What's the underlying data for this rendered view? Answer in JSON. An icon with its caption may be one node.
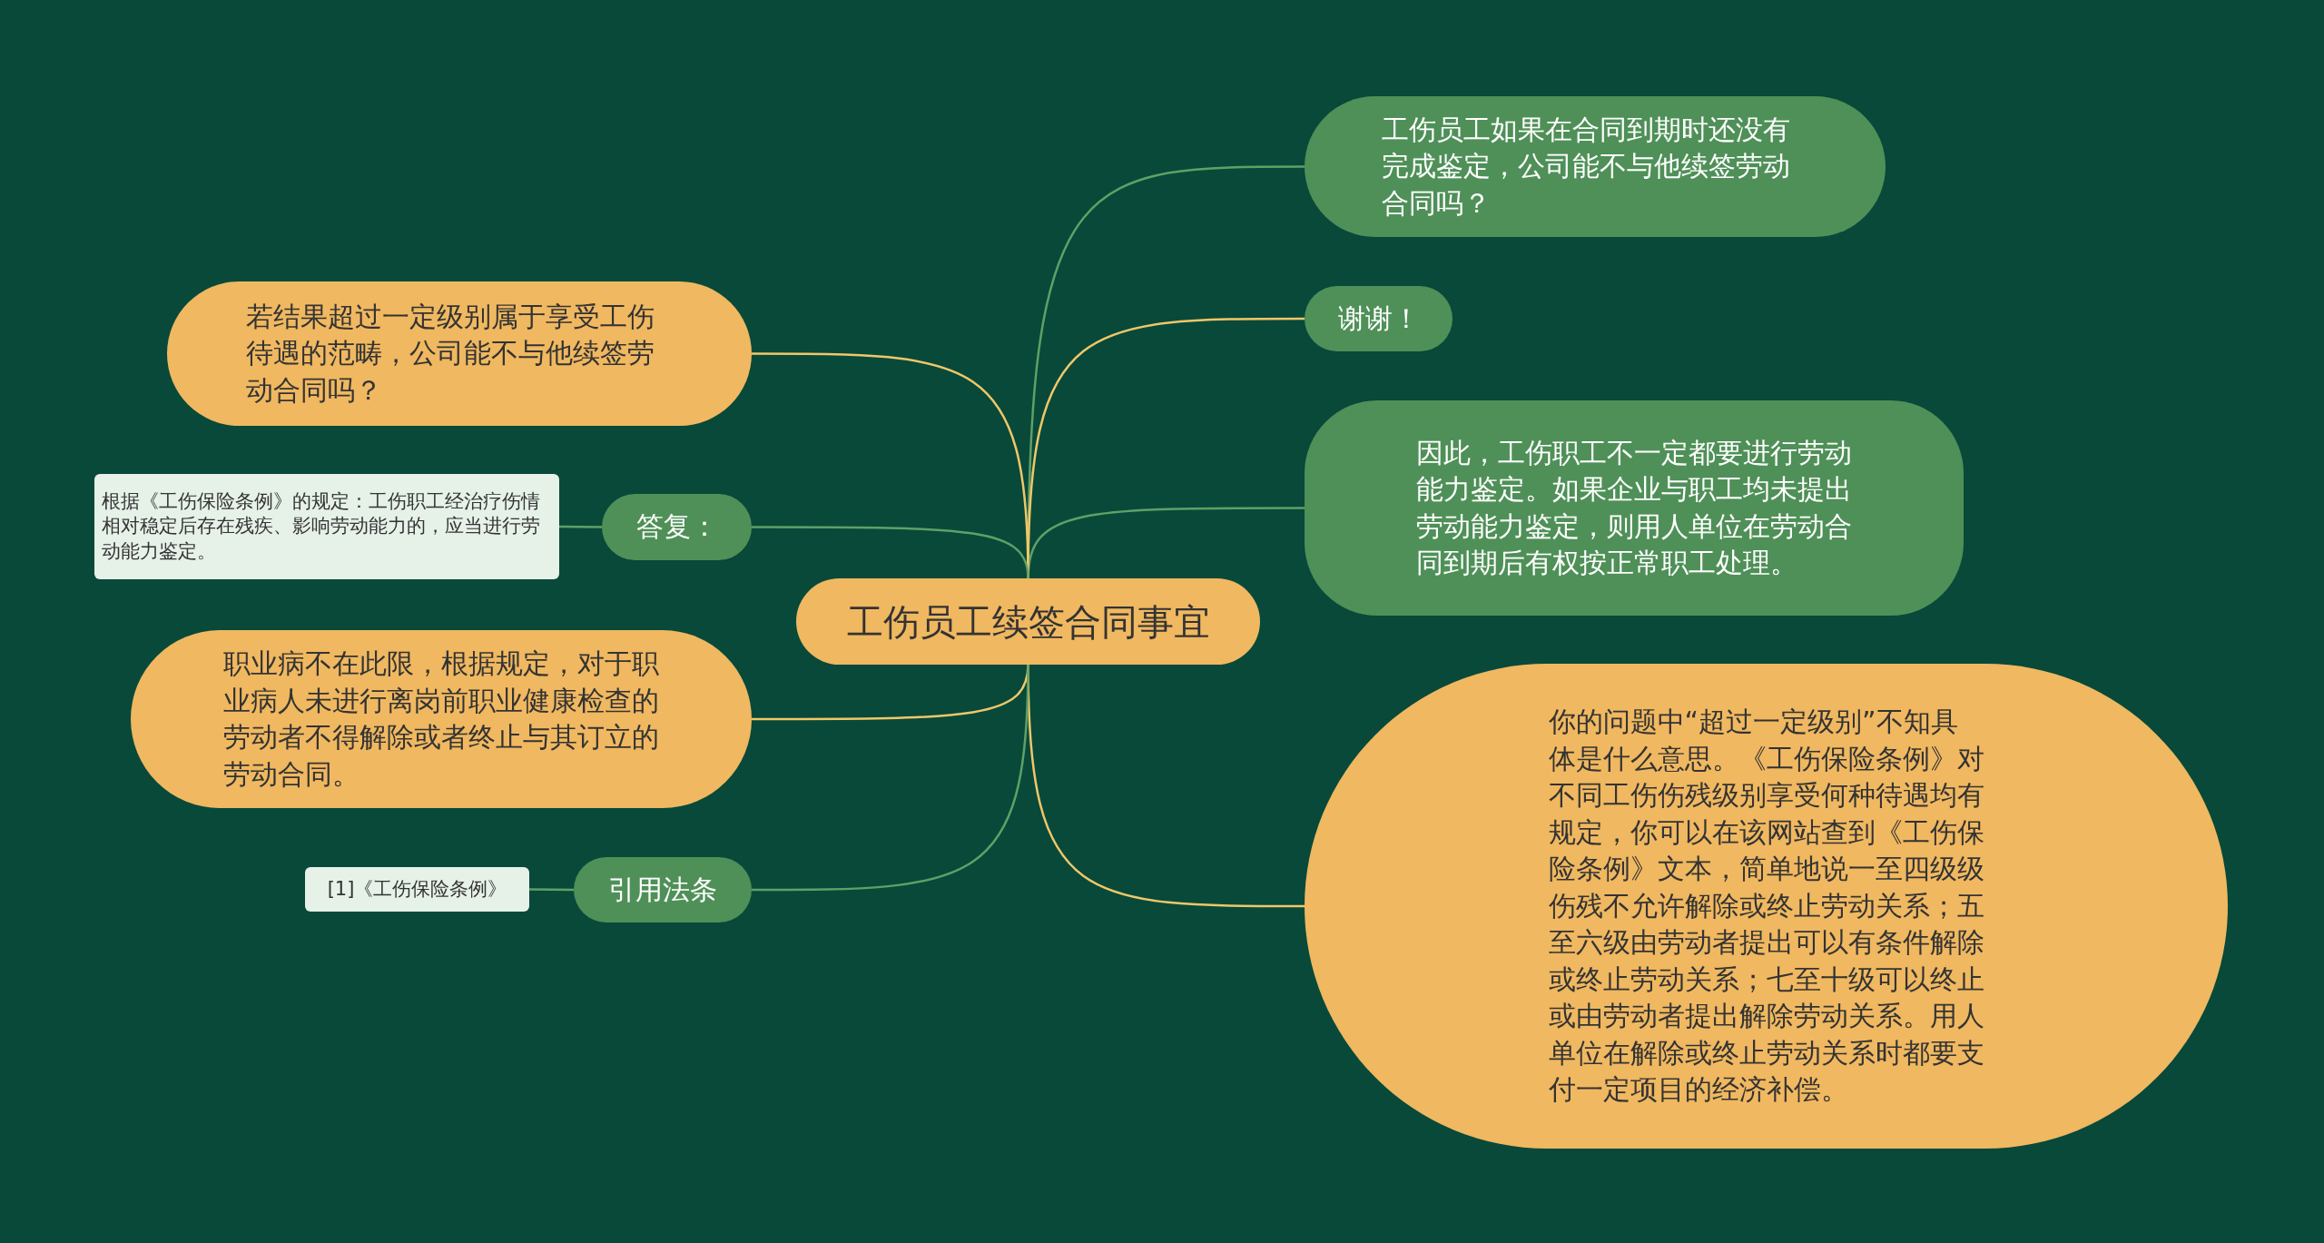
{
  "diagram": {
    "nodes": [
      {
        "text": [
          "工伤员工续签合同事宜"
        ]
      },
      {
        "text": [
          "工伤员工如果在合同到期时还没有完成鉴定，公司能不与他续签劳动合同吗？"
        ]
      },
      {
        "text": [
          "谢谢！"
        ]
      },
      {
        "text": [
          "因此，工伤职工不一定都要进行劳动能力鉴定。如果企业与职工均未提出劳动能力鉴定，则用人单位在劳动合同到期后有权按正常职工处理。"
        ]
      },
      {
        "text": [
          "你的问题中“超过一定级别”不知具体是什么意思。《工伤保险条例》对不同工伤伤残级别享受何种待遇均有规定，你可以在该网站查到《工伤保险条例》文本，简单地说一至四级级伤残不允许解除或终止劳动关系；五至六级由劳动者提出可以有条件解除或终止劳动关系；七至十级可以终止或由劳动者提出解除劳动关系。用人单位在解除或终止劳动关系时都要支付一定项目的经济补偿。"
        ]
      },
      {
        "text": [
          "若结果超过一定级别属于享受工伤待遇的范畴，公司能不与他续签劳动合同吗？"
        ]
      },
      {
        "text": [
          "答复："
        ]
      },
      {
        "text": [
          "根据《工伤保险条例》的规定：工伤职工经治疗伤情相对稳定后存在残疾、影响劳动能力的，应当进行劳动能力鉴定。"
        ]
      },
      {
        "text": [
          "职业病不在此限，根据规定，对于职业病人未进行离岗前职业健康检查的劳动者不得解除或者终止与其订立的劳动合同。"
        ]
      },
      {
        "text": [
          "引用法条"
        ]
      },
      {
        "text": [
          "[1]《工伤保险条例》"
        ]
      }
    ],
    "edges": [
      {
        "from": 0,
        "to": 1,
        "arrow": "none"
      },
      {
        "from": 0,
        "to": 2,
        "arrow": "none",
        "color": "#f0c768"
      },
      {
        "from": 0,
        "to": 3,
        "arrow": "none"
      },
      {
        "from": 0,
        "to": 4,
        "arrow": "none",
        "color": "#f0c768"
      },
      {
        "from": 0,
        "to": 5,
        "arrow": "none",
        "color": "#f0c768"
      },
      {
        "from": 0,
        "to": 6,
        "arrow": "none"
      },
      {
        "from": 0,
        "to": 8,
        "arrow": "none",
        "color": "#f0c768"
      },
      {
        "from": 0,
        "to": 9,
        "arrow": "none"
      },
      {
        "from": 6,
        "to": 7,
        "arrow": "none"
      },
      {
        "from": 9,
        "to": 10,
        "arrow": "none"
      }
    ]
  }
}
